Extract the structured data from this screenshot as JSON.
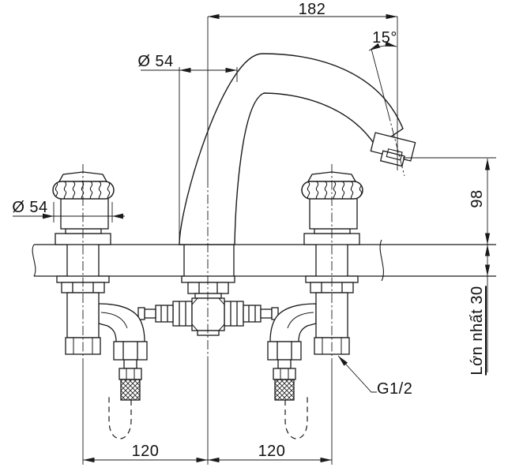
{
  "drawing": {
    "line_color": "#1a1a1a",
    "background_color": "#ffffff",
    "dimensions": {
      "spout_reach": "182",
      "outlet_angle": "15°",
      "spout_base_diameter": "Ø 54",
      "handle_diameter": "Ø 54",
      "outlet_height": "98",
      "max_deck_thickness": "Lớn nhất 30",
      "supply_thread": "G1/2",
      "left_handle_spacing": "120",
      "right_handle_spacing": "120"
    }
  }
}
